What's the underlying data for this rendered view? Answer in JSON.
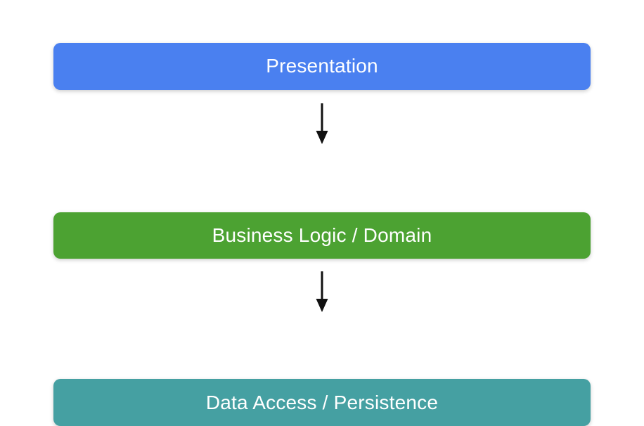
{
  "diagram": {
    "type": "layered-architecture",
    "background_color": "#ffffff",
    "text_color": "#ffffff",
    "arrow_color": "#111111",
    "layers": [
      {
        "label": "Presentation",
        "color": "#4a80f0"
      },
      {
        "label": "Business Logic / Domain",
        "color": "#4ca232"
      },
      {
        "label": "Data Access / Persistence",
        "color": "#45a0a2"
      }
    ],
    "connections": [
      {
        "from": "Presentation",
        "to": "Business Logic / Domain",
        "direction": "down"
      },
      {
        "from": "Business Logic / Domain",
        "to": "Data Access / Persistence",
        "direction": "down"
      }
    ]
  }
}
